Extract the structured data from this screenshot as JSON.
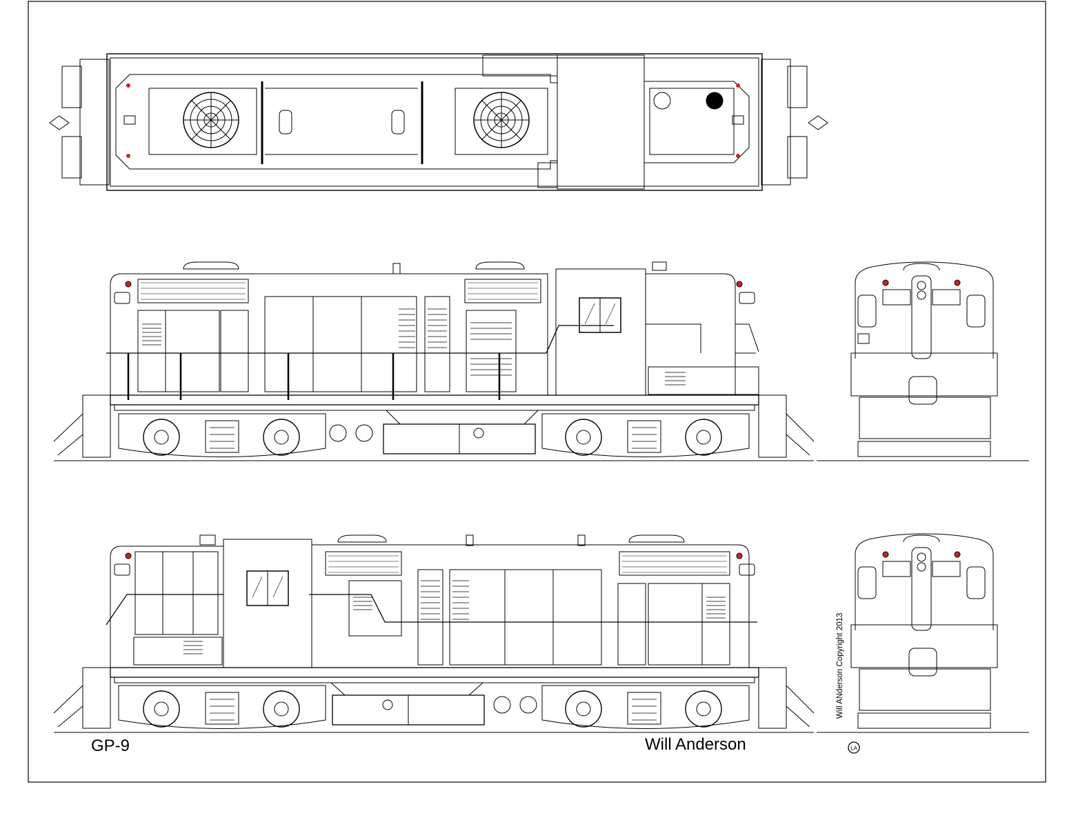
{
  "drawing": {
    "model": "GP-9",
    "author": "Will Anderson",
    "copyright": "Will ANderson Copyright 2013",
    "logo_text": "LA"
  },
  "views": [
    {
      "name": "top-view"
    },
    {
      "name": "side-view-long-hood-forward"
    },
    {
      "name": "end-view-upper"
    },
    {
      "name": "side-view-short-hood-forward"
    },
    {
      "name": "end-view-lower"
    }
  ],
  "colors": {
    "line": "#000000",
    "paper": "#ffffff",
    "marker_lights": "#cc2222"
  }
}
